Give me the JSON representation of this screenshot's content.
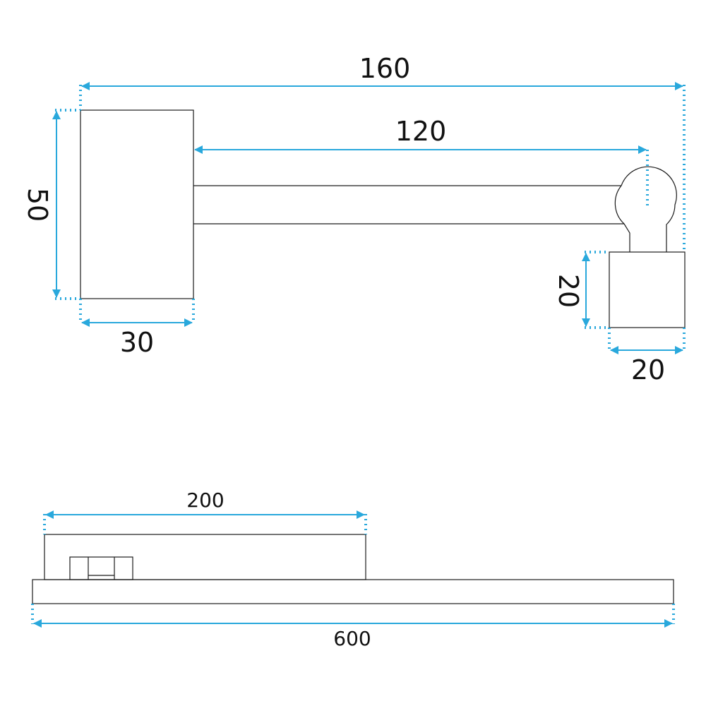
{
  "top_view": {
    "overall_length": "160",
    "arm_length": "120",
    "base_height": "50",
    "base_width": "30",
    "end_block_height": "20",
    "end_block_width": "20"
  },
  "side_view": {
    "upper_length": "200",
    "overall_length": "600"
  },
  "colors": {
    "dimension": "#29a8dc",
    "outline": "#1a1a1a"
  }
}
